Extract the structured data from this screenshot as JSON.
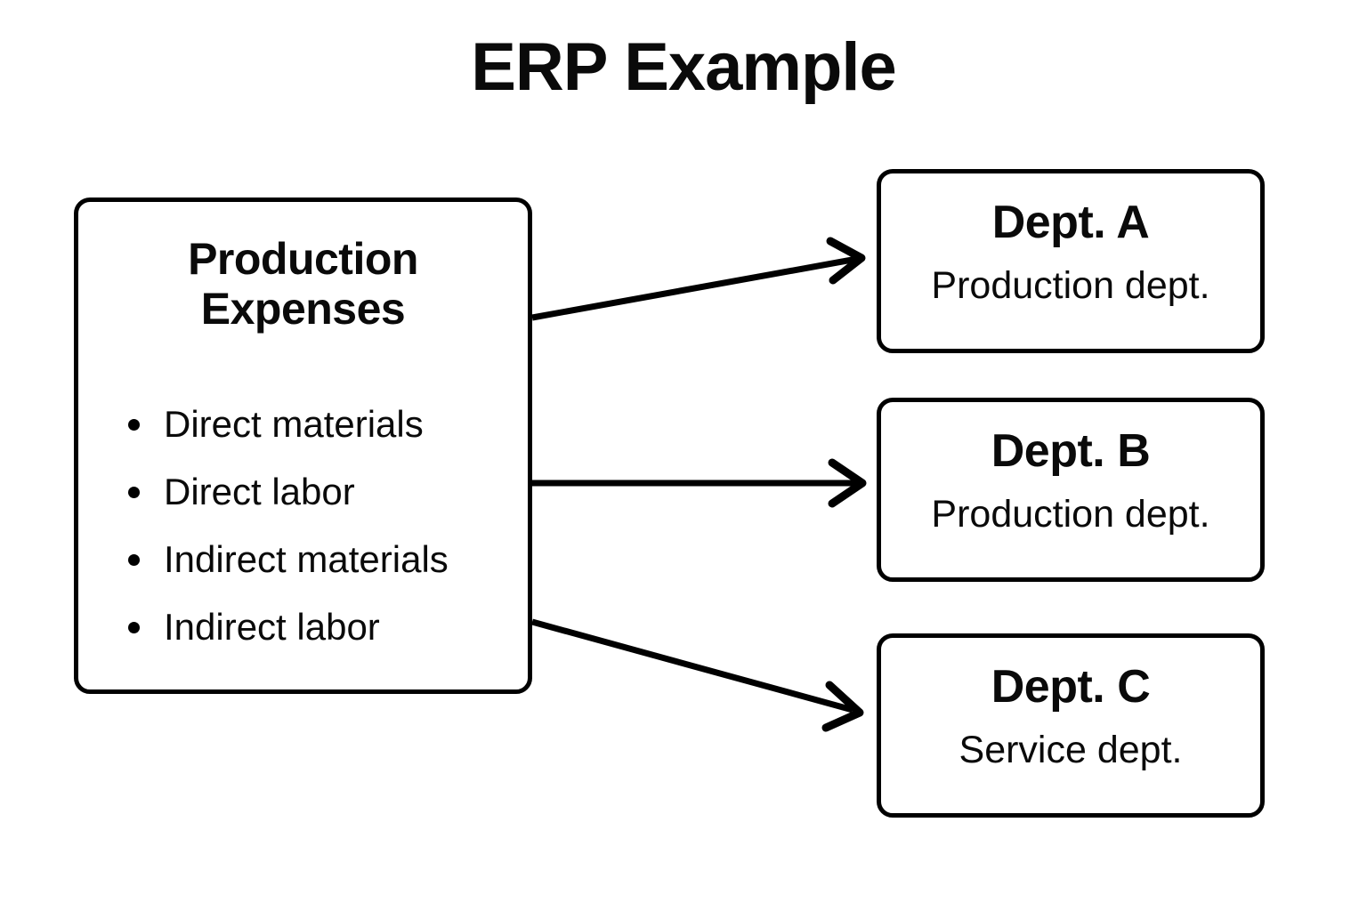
{
  "title": "ERP Example",
  "background_color": "#ffffff",
  "stroke_color": "#000000",
  "source": {
    "heading": "Production Expenses",
    "items": [
      "Direct materials",
      "Direct labor",
      "Indirect materials",
      "Indirect labor"
    ]
  },
  "departments": [
    {
      "name": "Dept. A",
      "role": "Production dept."
    },
    {
      "name": "Dept. B",
      "role": "Production dept."
    },
    {
      "name": "Dept. C",
      "role": "Service dept."
    }
  ],
  "connectors": [
    {
      "from": "Production Expenses",
      "to": "Dept. A"
    },
    {
      "from": "Production Expenses",
      "to": "Dept. B"
    },
    {
      "from": "Production Expenses",
      "to": "Dept. C"
    }
  ]
}
